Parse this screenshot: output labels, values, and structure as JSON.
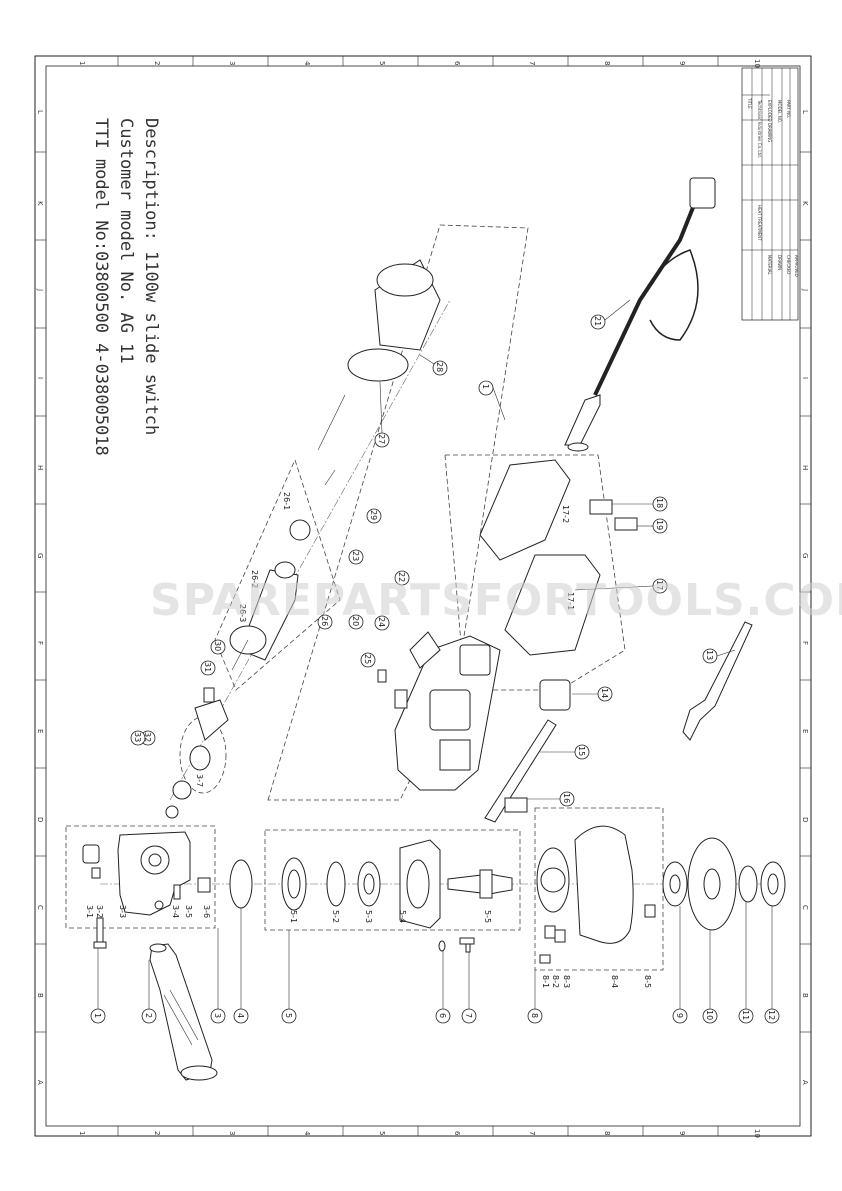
{
  "description": {
    "line1": "TTI model No:03800500 4-038005018",
    "line2": "Customer model No. AG 11",
    "line3": "Description: 1100w slide switch"
  },
  "watermark": "SPAREPARTSFORTOOLS.COM.AU",
  "grid": {
    "columns": [
      "1",
      "2",
      "3",
      "4",
      "5",
      "6",
      "7",
      "8",
      "9",
      "10"
    ],
    "rows": [
      "A",
      "B",
      "C",
      "D",
      "E",
      "F",
      "G",
      "H",
      "I",
      "J",
      "K",
      "L"
    ]
  },
  "callouts": [
    {
      "id": "c1",
      "label": "1"
    },
    {
      "id": "c2",
      "label": "2"
    },
    {
      "id": "c3",
      "label": "3"
    },
    {
      "id": "c4",
      "label": "4"
    },
    {
      "id": "c5",
      "label": "5"
    },
    {
      "id": "c6",
      "label": "6"
    },
    {
      "id": "c7",
      "label": "7"
    },
    {
      "id": "c8",
      "label": "8"
    },
    {
      "id": "c9",
      "label": "9"
    },
    {
      "id": "c10",
      "label": "10"
    },
    {
      "id": "c11",
      "label": "11"
    },
    {
      "id": "c12",
      "label": "12"
    },
    {
      "id": "c13",
      "label": "13"
    },
    {
      "id": "c14",
      "label": "14"
    },
    {
      "id": "c15",
      "label": "15"
    },
    {
      "id": "c16",
      "label": "16"
    },
    {
      "id": "c17",
      "label": "17"
    },
    {
      "id": "c18",
      "label": "18"
    },
    {
      "id": "c19",
      "label": "19"
    },
    {
      "id": "c20",
      "label": "20"
    },
    {
      "id": "c21",
      "label": "21"
    },
    {
      "id": "c22",
      "label": "22"
    },
    {
      "id": "c23",
      "label": "23"
    },
    {
      "id": "c24",
      "label": "24"
    },
    {
      "id": "c25",
      "label": "25"
    },
    {
      "id": "c26",
      "label": "26"
    },
    {
      "id": "c27",
      "label": "27"
    },
    {
      "id": "c28",
      "label": "28"
    },
    {
      "id": "c29",
      "label": "29"
    },
    {
      "id": "c30",
      "label": "30"
    },
    {
      "id": "c31",
      "label": "31"
    },
    {
      "id": "c32",
      "label": "32"
    },
    {
      "id": "c33",
      "label": "33"
    }
  ],
  "sublabels": [
    {
      "id": "s31",
      "label": "3-1"
    },
    {
      "id": "s32",
      "label": "3-2"
    },
    {
      "id": "s33",
      "label": "3-3"
    },
    {
      "id": "s34",
      "label": "3-4"
    },
    {
      "id": "s35",
      "label": "3-5"
    },
    {
      "id": "s36",
      "label": "3-6"
    },
    {
      "id": "s37",
      "label": "3-7"
    },
    {
      "id": "s51",
      "label": "5-1"
    },
    {
      "id": "s52",
      "label": "5-2"
    },
    {
      "id": "s53",
      "label": "5-3"
    },
    {
      "id": "s54",
      "label": "5-4"
    },
    {
      "id": "s55",
      "label": "5-5"
    },
    {
      "id": "s81",
      "label": "8-1"
    },
    {
      "id": "s82",
      "label": "8-2"
    },
    {
      "id": "s83",
      "label": "8-3"
    },
    {
      "id": "s84",
      "label": "8-4"
    },
    {
      "id": "s85",
      "label": "8-5"
    },
    {
      "id": "s171",
      "label": "17-1"
    },
    {
      "id": "s172",
      "label": "17-2"
    },
    {
      "id": "s261",
      "label": "26-1"
    },
    {
      "id": "s262",
      "label": "26-2"
    },
    {
      "id": "s263",
      "label": "26-3"
    }
  ],
  "title_block": {
    "company": "Techtronic Industries Co. Ltd.",
    "document": "EXPLODED DRAWING",
    "title_label": "TITLE",
    "model_label": "MODEL NO.",
    "part_label": "PART NO.",
    "heat_treatment": "HEAT TREATMENT",
    "material": "MATERIAL",
    "drawn": "DRAWN",
    "checked": "CHECKED",
    "approved": "APPROVED"
  }
}
